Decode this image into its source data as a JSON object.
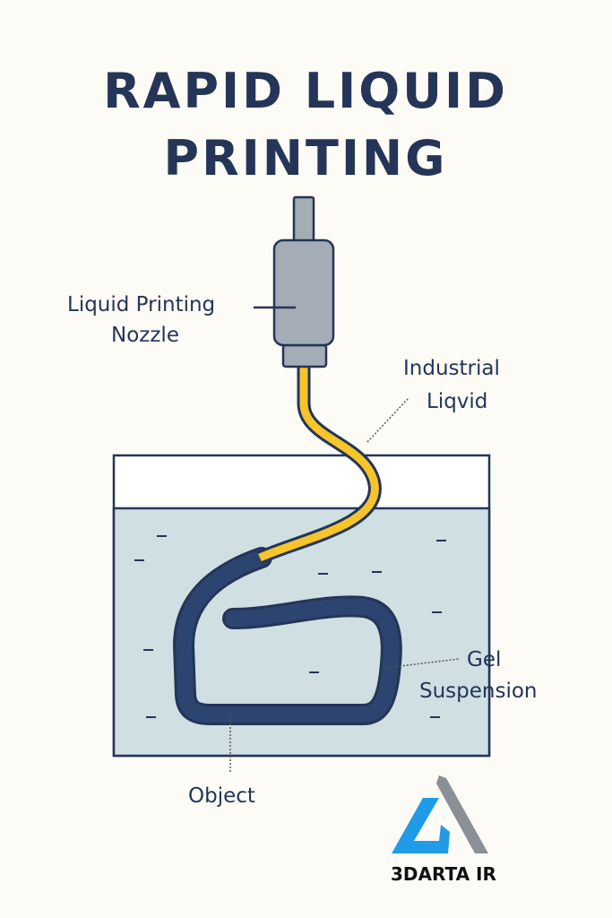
{
  "title": {
    "line1": "RAPID LIQUID",
    "line2": "PRINTING"
  },
  "labels": {
    "nozzle_line1": "Liquid Printing",
    "nozzle_line2": "Nozzle",
    "liquid_line1": "Industrial",
    "liquid_line2": "Liqvid",
    "gel_line1": "Gel",
    "gel_line2": "Suspension",
    "object": "Object"
  },
  "logo": {
    "text": "3DARTA IR"
  },
  "colors": {
    "ink": "#243558",
    "nozzle": "#a4adb5",
    "liquid": "#f7c52a",
    "gel": "#cfdfe2",
    "object": "#2c4470",
    "logo_blue": "#1f9be8",
    "logo_gray": "#8a9096"
  }
}
